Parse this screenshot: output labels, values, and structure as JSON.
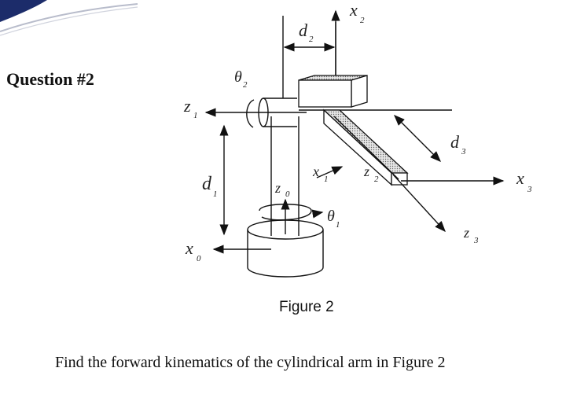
{
  "question": {
    "title": "Question #2"
  },
  "figure": {
    "caption": "Figure 2",
    "labels": {
      "x2": "x",
      "x2_sub": "2",
      "d2": "d",
      "d2_sub": "2",
      "theta2": "θ",
      "theta2_sub": "2",
      "z1": "z",
      "z1_sub": "1",
      "d3": "d",
      "d3_sub": "3",
      "d1": "d",
      "d1_sub": "1",
      "x1": "x",
      "x1_sub": "1",
      "z2": "z",
      "z2_sub": "2",
      "x3": "x",
      "x3_sub": "3",
      "z0": "z",
      "z0_sub": "0",
      "theta1": "θ",
      "theta1_sub": "1",
      "z3": "z",
      "z3_sub": "3",
      "x0": "x",
      "x0_sub": "0"
    }
  },
  "instruction": "Find the forward kinematics of the cylindrical arm in Figure 2"
}
